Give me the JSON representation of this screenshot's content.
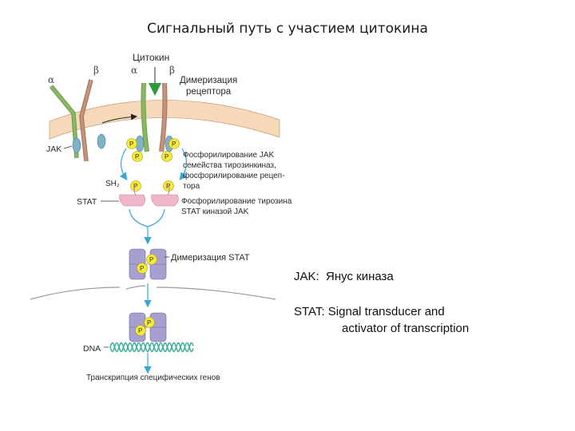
{
  "title": "Сигнальный путь с участием цитокина",
  "diagram": {
    "cytokine": "Цитокин",
    "alpha": "α",
    "beta": "β",
    "dimerization_receptor": [
      "Димеризация",
      "рецептора"
    ],
    "jak": "JAK",
    "jak_phosphorylation": [
      "Фосфорилирование JAK",
      "семейства тирозинкиназ,",
      "фосфорилирование рецеп-",
      "тора"
    ],
    "sh2": "SH₂",
    "stat": "STAT",
    "stat_phosphorylation": [
      "Фосфорилирование тирозина",
      "STAT киназой JAK"
    ],
    "stat_dimerization": "Димеризация STAT",
    "dna": "DNA",
    "transcription": "Транскрипция специфических генов",
    "p": "P"
  },
  "legend": {
    "jak_term": "JAK:",
    "jak_def": "Янус киназа",
    "stat_term": "STAT:",
    "stat_def_1": "Signal transducer and",
    "stat_def_2": "activator of transcription"
  },
  "colors": {
    "membrane": "#f6d9b8",
    "membrane_edge": "#b98a62",
    "receptor_green": "#8ab862",
    "receptor_brown": "#c4937a",
    "cytokine": "#2a9a3a",
    "jak": "#7fb1c9",
    "phospho": "#f3ea3b",
    "stat_pink": "#efb6cc",
    "stat_purple": "#a79fcf",
    "dna": "#3fae9c",
    "arrow": "#3ba6d6"
  }
}
